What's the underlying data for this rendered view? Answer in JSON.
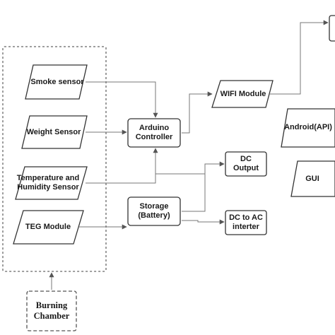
{
  "diagram": {
    "nodes": {
      "smoke_sensor": "Smoke sensor",
      "weight_sensor": "Weight Sensor",
      "temp_humidity_sensor": "Temperature and Humidity Sensor",
      "teg_module": "TEG Module",
      "arduino_controller": "Arduino Controller",
      "wifi_module": "WIFI Module",
      "dc_output": "DC Output",
      "storage_battery": "Storage (Battery)",
      "dc_to_ac": "DC to AC interter",
      "android_api": "Android(API)",
      "gui": "GUI",
      "burning_chamber": "Burning Chamber"
    },
    "edges": [
      {
        "from": "smoke_sensor",
        "to": "arduino_controller"
      },
      {
        "from": "weight_sensor",
        "to": "arduino_controller"
      },
      {
        "from": "temp_humidity_sensor",
        "to": "arduino_controller"
      },
      {
        "from": "temp_humidity_sensor",
        "to": "dc_output"
      },
      {
        "from": "teg_module",
        "to": "storage_battery"
      },
      {
        "from": "storage_battery",
        "to": "dc_output"
      },
      {
        "from": "storage_battery",
        "to": "dc_to_ac"
      },
      {
        "from": "arduino_controller",
        "to": "wifi_module"
      },
      {
        "from": "wifi_module",
        "to": "cloud"
      },
      {
        "from": "burning_chamber",
        "to": "sensor_group"
      }
    ],
    "colors": {
      "stroke": "#3a3a3a",
      "arrow": "#777777",
      "text": "#1a1a1a",
      "background": "#ffffff"
    }
  }
}
